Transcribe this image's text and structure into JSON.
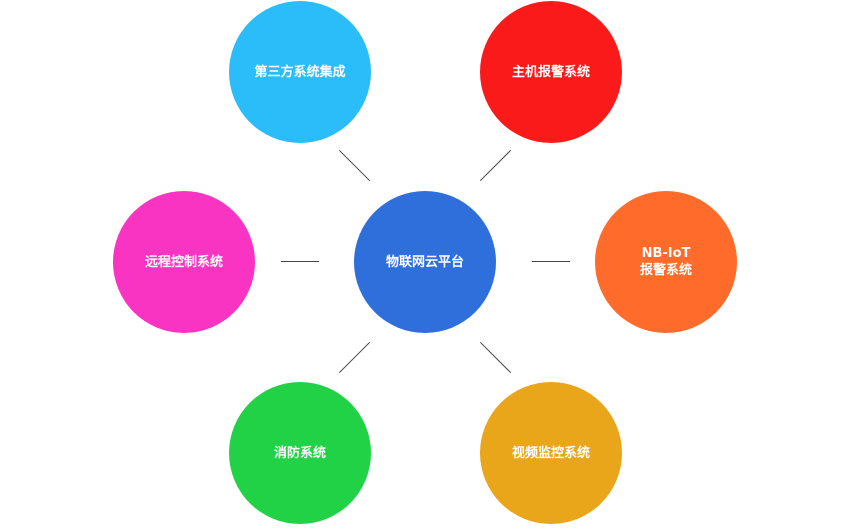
{
  "diagram": {
    "center": {
      "label": "物联网云平台",
      "color": "#2f6fdc"
    },
    "nodes": [
      {
        "id": "top-left",
        "label": "第三方系统集成",
        "color": "#2bbcfa"
      },
      {
        "id": "top-right",
        "label": "主机报警系统",
        "color": "#fb1a1a"
      },
      {
        "id": "left",
        "label": "远程控制系统",
        "color": "#f934c3"
      },
      {
        "id": "right",
        "label_line1": "NB-IoT",
        "label_line2": "报警系统",
        "color": "#fe6b2a"
      },
      {
        "id": "bottom-left",
        "label": "消防系统",
        "color": "#22d246"
      },
      {
        "id": "bottom-right",
        "label": "视频监控系统",
        "color": "#eaa61a"
      }
    ]
  }
}
